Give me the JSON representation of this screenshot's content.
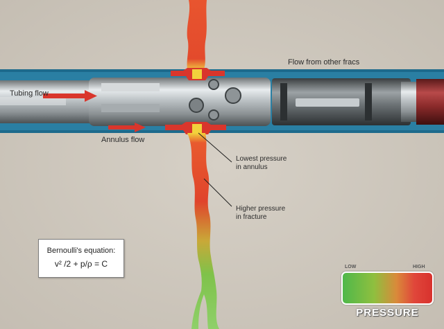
{
  "labels": {
    "tubing_flow": "Tubing flow",
    "annulus_flow": "Annulus flow",
    "flow_other_fracs": "Flow from other fracs",
    "lowest_pressure_line1": "Lowest pressure",
    "lowest_pressure_line2": "in annulus",
    "higher_pressure_line1": "Higher pressure",
    "higher_pressure_line2": "in fracture"
  },
  "equation": {
    "title": "Bernoulli's equation:",
    "formula": "v² /2 + p/ρ = C"
  },
  "legend": {
    "low_label": "LOW",
    "high_label": "HIGH",
    "title": "PRESSURE"
  },
  "colors": {
    "background": "#cfc9bf",
    "annulus_fluid": "#2a7fa3",
    "flow_arrow": "#d9362c",
    "low_pressure": "#4fb84a",
    "high_pressure": "#d8322e"
  }
}
